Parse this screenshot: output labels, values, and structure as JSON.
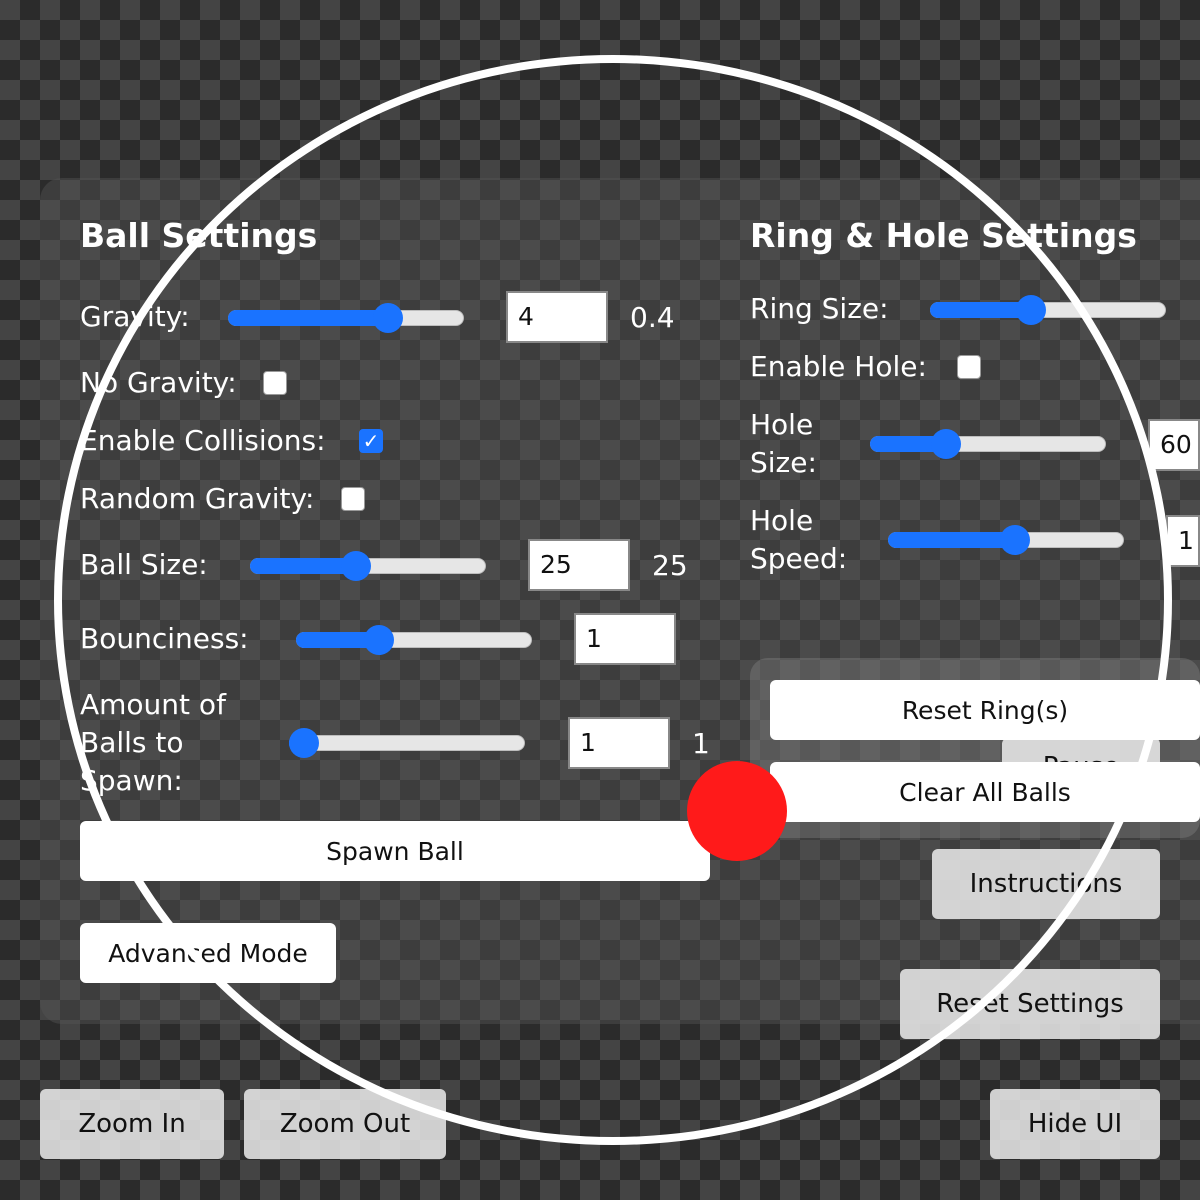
{
  "ball_settings": {
    "heading": "Ball Settings",
    "gravity": {
      "label": "Gravity:",
      "input": "4",
      "display": "0.4",
      "slider_fraction": 0.68
    },
    "no_gravity": {
      "label": "No Gravity:",
      "checked": false
    },
    "enable_collisions": {
      "label": "Enable Collisions:",
      "checked": true
    },
    "random_gravity": {
      "label": "Random Gravity:",
      "checked": false
    },
    "ball_size": {
      "label": "Ball Size:",
      "input": "25",
      "display": "25",
      "slider_fraction": 0.45
    },
    "bounciness": {
      "label": "Bounciness:",
      "input": "1",
      "slider_fraction": 0.35
    },
    "amount": {
      "label_line1": "Amount of",
      "label_line2": "Balls to",
      "label_line3": "Spawn:",
      "input": "1",
      "display": "1",
      "slider_fraction": 0.0
    },
    "spawn_button": "Spawn Ball",
    "advanced_button": "Advanced Mode"
  },
  "ring_settings": {
    "heading": "Ring & Hole Settings",
    "ring_size": {
      "label": "Ring Size:",
      "slider_fraction": 0.43
    },
    "enable_hole": {
      "label": "Enable Hole:",
      "checked": false
    },
    "hole_size": {
      "label_line1": "Hole",
      "label_line2": "Size:",
      "input": "60",
      "slider_fraction": 0.32
    },
    "hole_speed": {
      "label_line1": "Hole",
      "label_line2": "Speed:",
      "input": "1",
      "slider_fraction": 0.54
    }
  },
  "actions": {
    "reset_rings": "Reset Ring(s)",
    "pause": "Pause",
    "clear_balls": "Clear All Balls",
    "instructions": "Instructions",
    "reset_settings": "Reset Settings"
  },
  "bottom_bar": {
    "zoom_in": "Zoom In",
    "zoom_out": "Zoom Out",
    "hide_ui": "Hide UI"
  },
  "colors": {
    "accent": "#1a73ff",
    "ball": "#ff1a1a",
    "ring": "#ffffff"
  }
}
